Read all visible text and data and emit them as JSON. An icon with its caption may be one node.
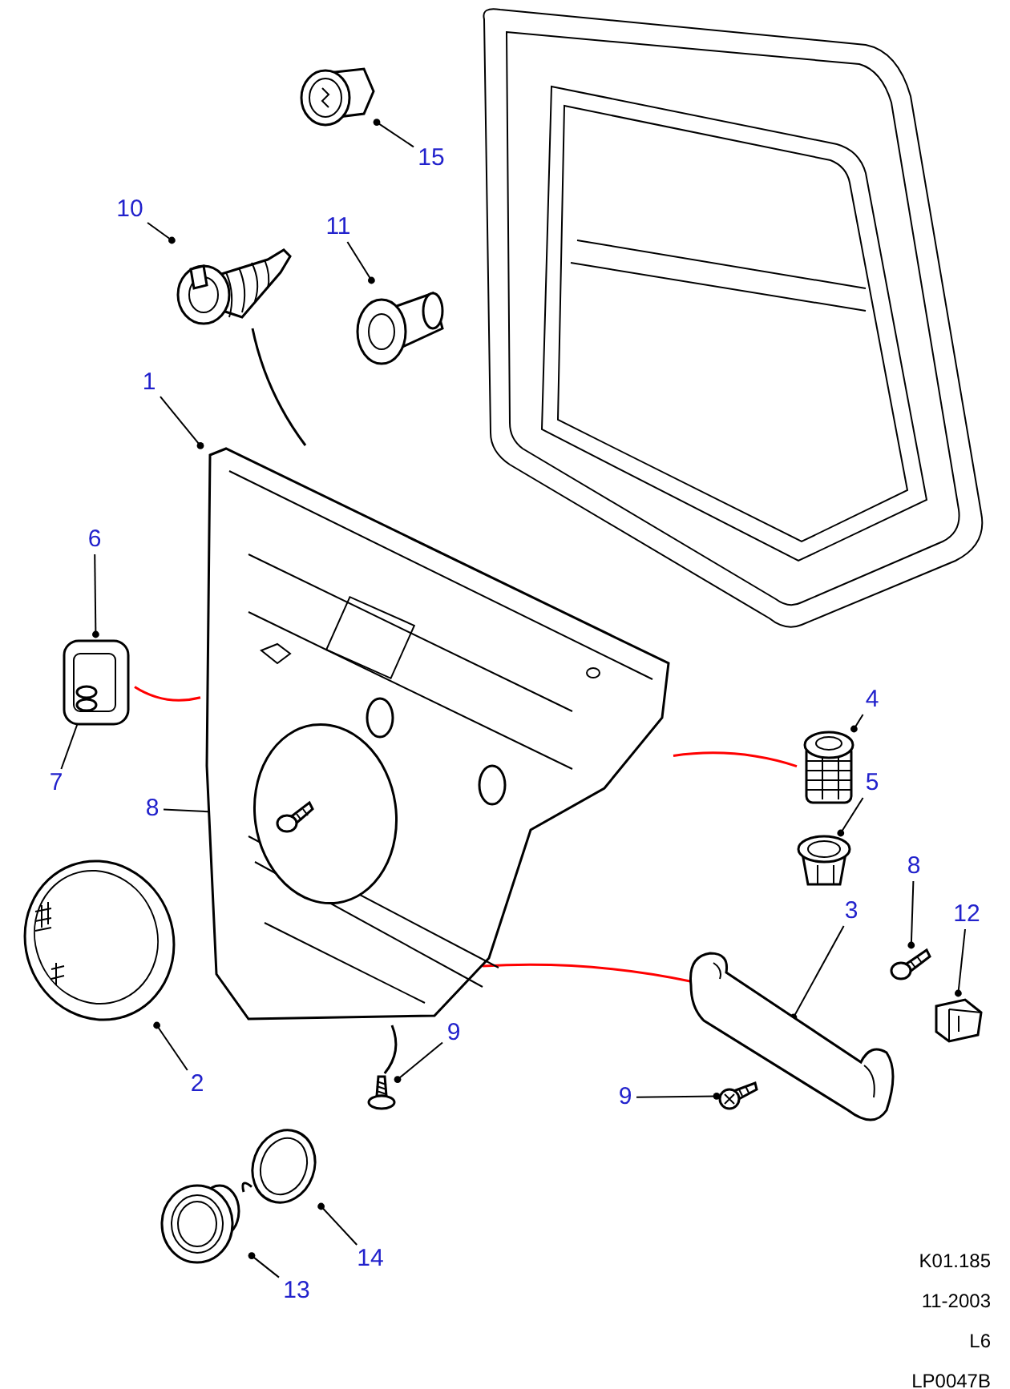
{
  "diagram": {
    "nodes": [
      {
        "text": [
          "15"
        ]
      },
      {
        "text": [],
        "shape": "picture"
      },
      {
        "text": [
          "10"
        ]
      },
      {
        "text": [],
        "shape": "picture"
      },
      {
        "text": [
          "11"
        ]
      },
      {
        "text": [],
        "shape": "picture"
      },
      {
        "text": [
          "1"
        ]
      },
      {
        "text": [],
        "shape": "picture"
      },
      {
        "text": [
          "6"
        ]
      },
      {
        "text": [],
        "shape": "picture"
      },
      {
        "text": [
          "7"
        ]
      },
      {
        "text": [],
        "shape": "picture",
        "in": 9
      },
      {
        "text": [
          "4"
        ]
      },
      {
        "text": [],
        "shape": "picture"
      },
      {
        "text": [
          "5"
        ]
      },
      {
        "text": [],
        "shape": "picture"
      },
      {
        "text": [
          "8"
        ]
      },
      {
        "text": [],
        "shape": "picture",
        "in": 7
      },
      {
        "text": [
          "8"
        ]
      },
      {
        "text": [],
        "shape": "picture"
      },
      {
        "text": [
          "12"
        ]
      },
      {
        "text": [],
        "shape": "picture"
      },
      {
        "text": [
          "3"
        ]
      },
      {
        "text": [],
        "shape": "picture"
      },
      {
        "text": [
          "9"
        ]
      },
      {
        "text": [],
        "shape": "picture"
      },
      {
        "text": [
          "2"
        ]
      },
      {
        "text": [],
        "shape": "picture"
      },
      {
        "text": [
          "9"
        ]
      },
      {
        "text": [],
        "shape": "picture"
      },
      {
        "text": [
          "14"
        ]
      },
      {
        "text": [],
        "shape": "picture"
      },
      {
        "text": [
          "13"
        ]
      },
      {
        "text": [],
        "shape": "picture"
      }
    ],
    "edges": [
      {
        "from": 0,
        "to": 1,
        "arrow": "other"
      },
      {
        "from": 2,
        "to": 3,
        "arrow": "other"
      },
      {
        "from": 4,
        "to": 5,
        "arrow": "other"
      },
      {
        "from": 6,
        "to": 7,
        "arrow": "other"
      },
      {
        "from": 8,
        "to": 9,
        "arrow": "other"
      },
      {
        "from": 10,
        "to": 11,
        "arrow": "other"
      },
      {
        "from": 12,
        "to": 13,
        "arrow": "other"
      },
      {
        "from": 14,
        "to": 15,
        "arrow": "other"
      },
      {
        "from": 16,
        "to": 17,
        "arrow": "other"
      },
      {
        "from": 18,
        "to": 19,
        "arrow": "other"
      },
      {
        "from": 20,
        "to": 21,
        "arrow": "other"
      },
      {
        "from": 22,
        "to": 23,
        "arrow": "other"
      },
      {
        "from": 24,
        "to": 25,
        "arrow": "other"
      },
      {
        "from": 26,
        "to": 27,
        "arrow": "other"
      },
      {
        "from": 28,
        "to": 29,
        "arrow": "other"
      },
      {
        "from": 30,
        "to": 31,
        "arrow": "other"
      },
      {
        "from": 32,
        "to": 33,
        "arrow": "other"
      },
      {
        "from": 3,
        "to": 7,
        "arrow": "none"
      },
      {
        "from": 9,
        "to": 7,
        "arrow": "none",
        "color": "#ff0000"
      },
      {
        "from": 13,
        "to": 7,
        "arrow": "none",
        "color": "#ff0000"
      },
      {
        "from": 23,
        "to": 7,
        "arrow": "none",
        "color": "#ff0000"
      },
      {
        "from": 25,
        "to": 7,
        "arrow": "none"
      },
      {
        "from": 33,
        "to": 31,
        "arrow": "none"
      }
    ],
    "labels": [
      "K01.185",
      "11-2003",
      "L6",
      "LP0047B"
    ]
  }
}
